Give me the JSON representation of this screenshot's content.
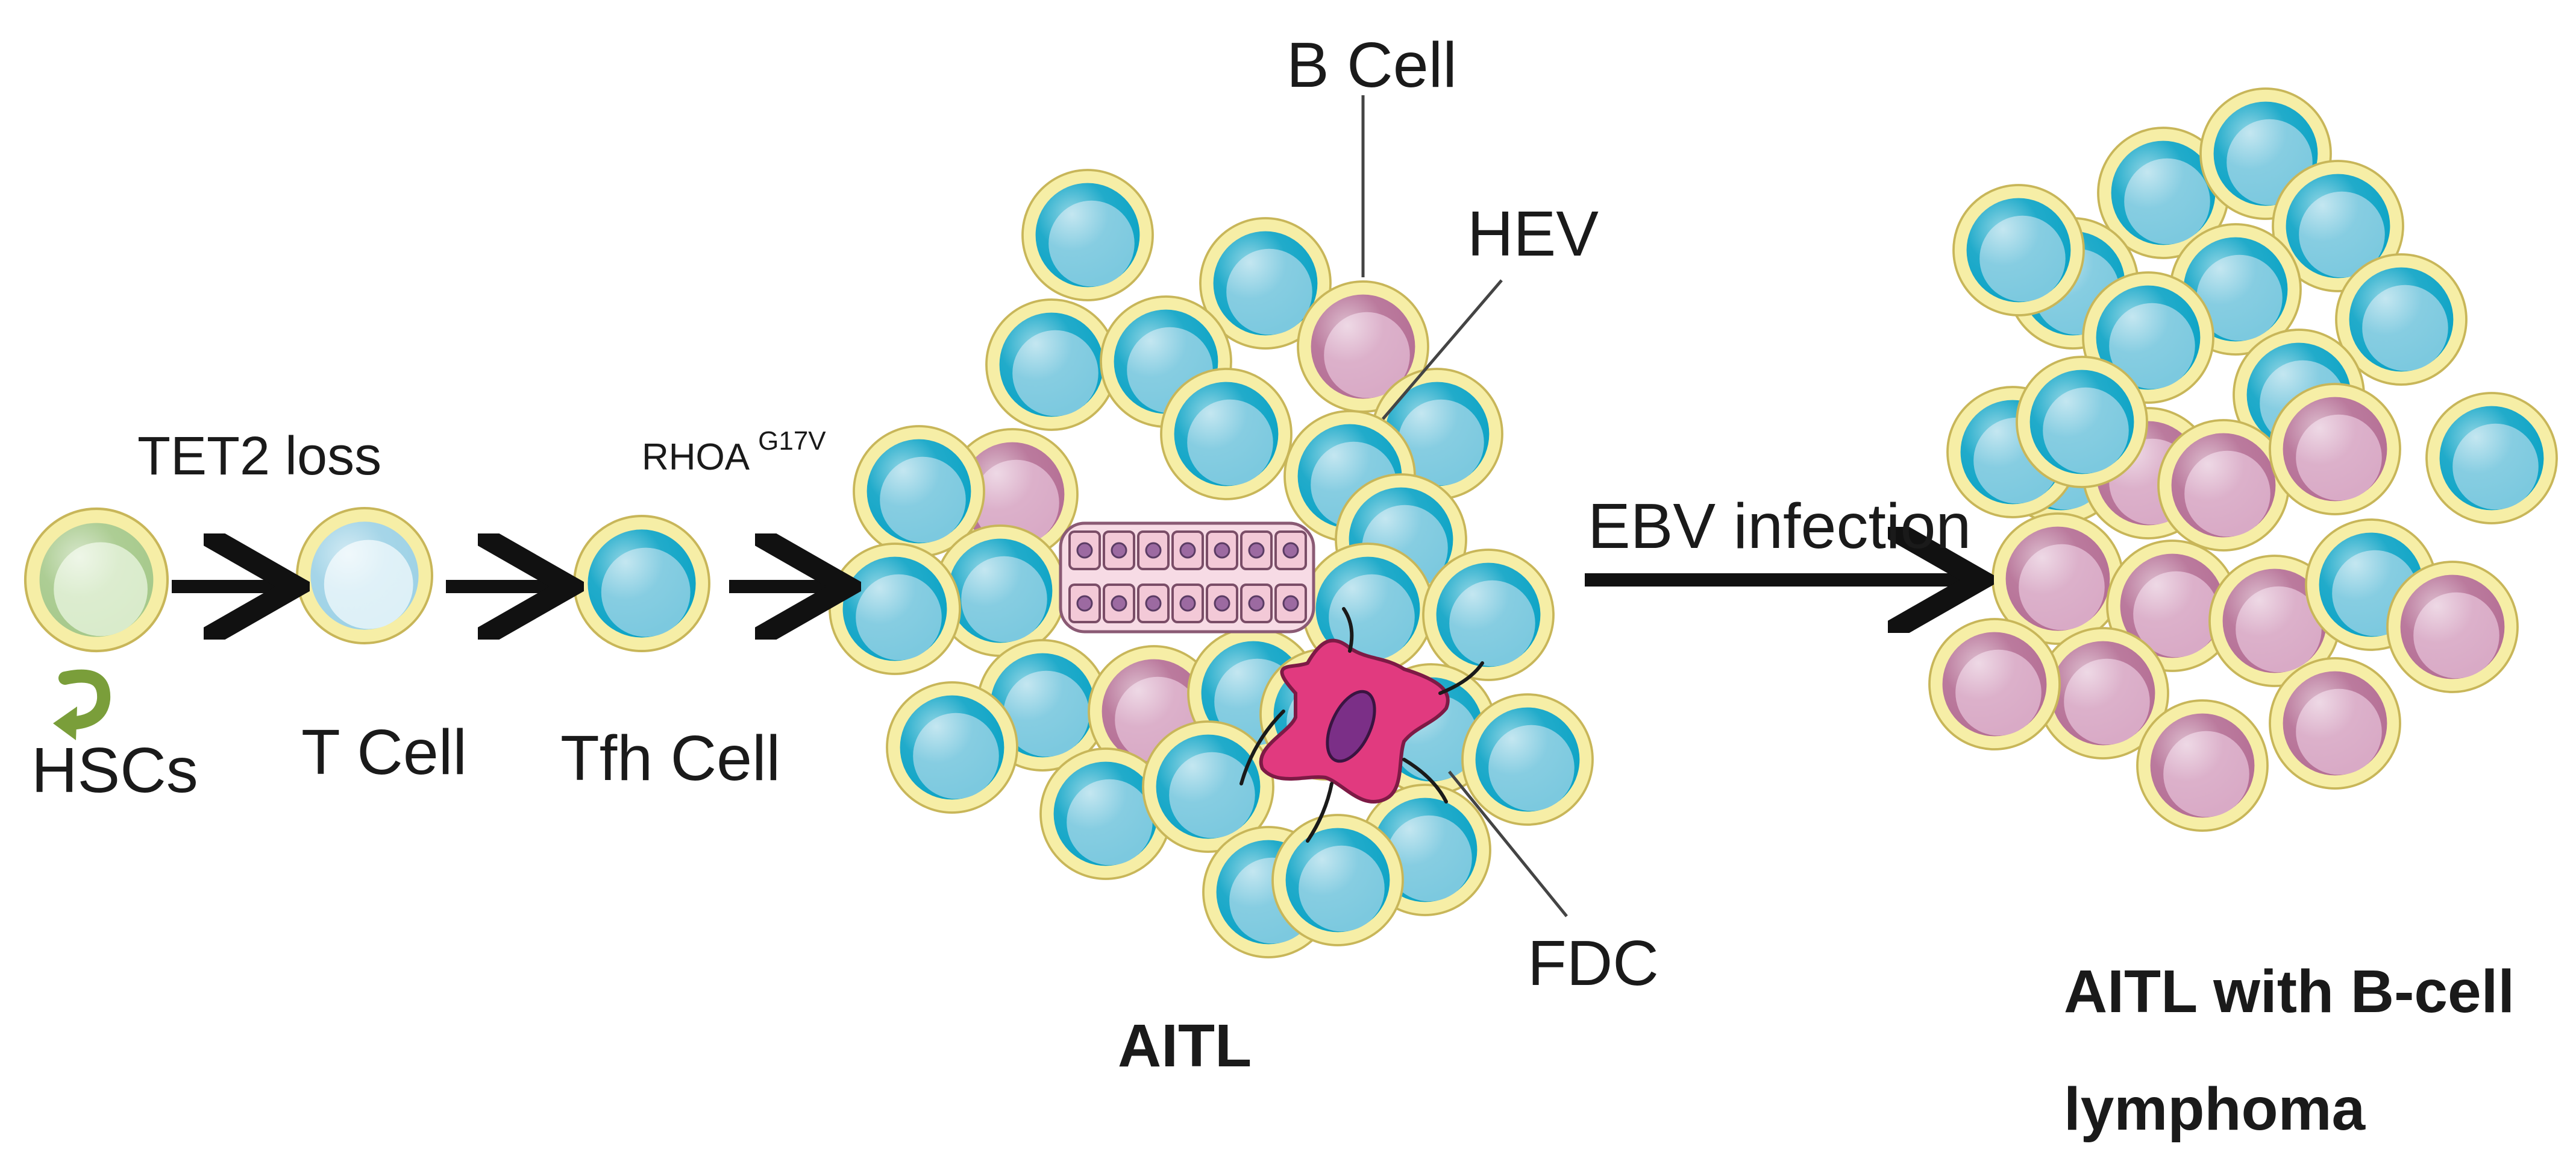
{
  "labels": {
    "hscs": "HSCs",
    "tet2": "TET2 loss",
    "tcell": "T Cell",
    "rhoa": "RHOA",
    "rhoa_sup": "G17V",
    "tfh": "Tfh Cell",
    "bcell": "B Cell",
    "hev": "HEV",
    "fdc": "FDC",
    "aitl": "AITL",
    "ebv": "EBV infection",
    "aitl_b_line1": "AITL with B-cell",
    "aitl_b_line2": "lymphoma"
  },
  "colors": {
    "blue_outer": "#0ea4c6",
    "blue_inner": "#7cc9df",
    "pink_outer": "#b56f95",
    "pink_inner": "#d9aac6",
    "halo": "#f6eea6",
    "halo_stroke": "#c8b659",
    "green_outer": "#a6c98b",
    "green_inner": "#d9ebcb",
    "light_outer": "#9ed2e6",
    "light_inner": "#ddf0f7",
    "fdc": "#e13a7f",
    "fdc_nucleus": "#7b2f87",
    "hev_cell": "#f3c9d7",
    "arrow": "#111111"
  },
  "icons": {
    "self_renewal": "curved-arrow-icon"
  }
}
